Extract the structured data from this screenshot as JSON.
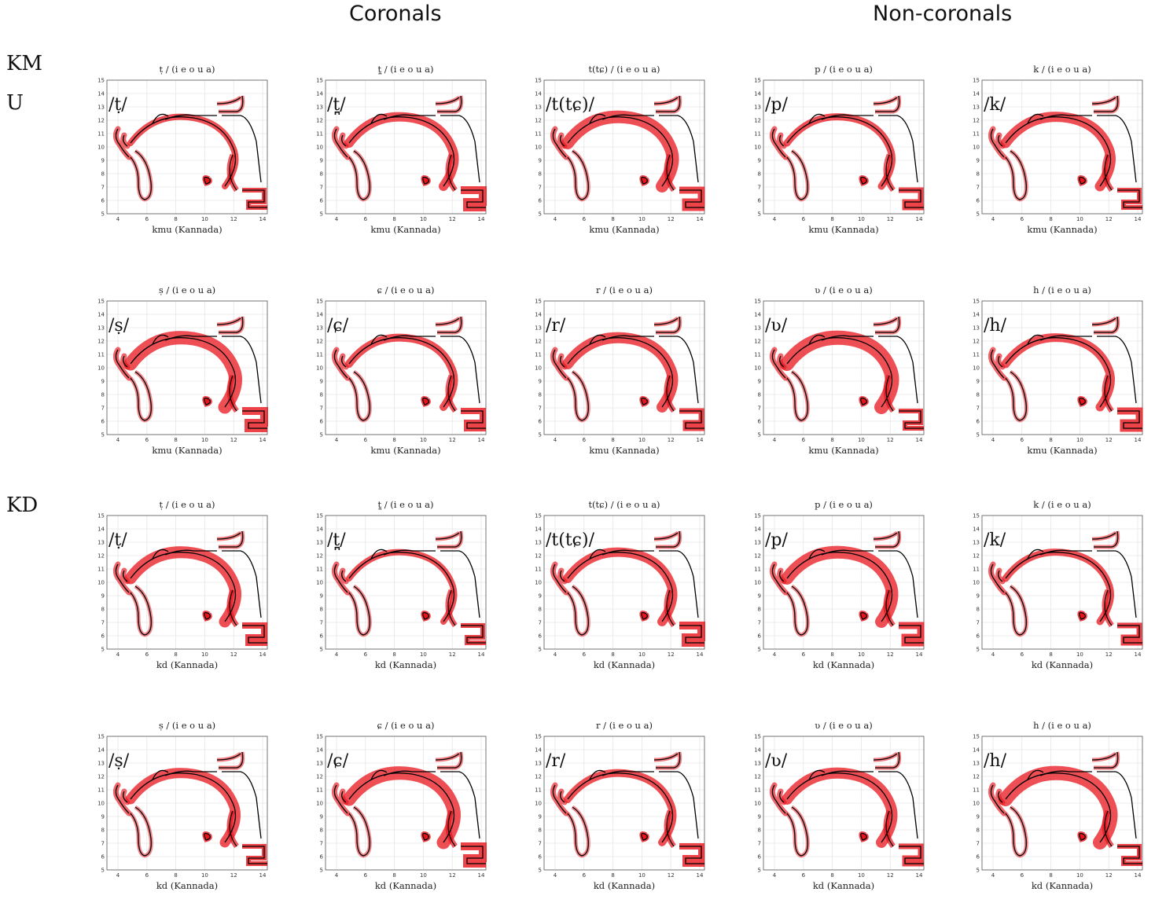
{
  "headers": {
    "coronals": "Coronals",
    "non_coronals": "Non-coronals"
  },
  "row_labels": {
    "kmu_1": "KM",
    "kmu_2": "U",
    "kd": "KD"
  },
  "axes": {
    "x_ticks": [
      "4",
      "6",
      "8",
      "10",
      "12",
      "14"
    ],
    "y_ticks": [
      "5",
      "6",
      "7",
      "8",
      "9",
      "10",
      "11",
      "12",
      "13",
      "14",
      "15"
    ]
  },
  "colors": {
    "shade": "#e8141c",
    "contour": "#000000",
    "grid": "#e6e6e6"
  },
  "panels": [
    {
      "title": "ṭ / (i e o u a)",
      "symbol": "/ṭ/",
      "xlabel": "kmu (Kannada)"
    },
    {
      "title": "t̪ / (i e o u a)",
      "symbol": "/t̪/",
      "xlabel": "kmu (Kannada)"
    },
    {
      "title": "t(tɕ) / (i e o u a)",
      "symbol": "/t(tɕ)/",
      "xlabel": "kmu (Kannada)"
    },
    {
      "title": "p / (i e o u a)",
      "symbol": "/p/",
      "xlabel": "kmu (Kannada)"
    },
    {
      "title": "k / (i e o u a)",
      "symbol": "/k/",
      "xlabel": "kmu (Kannada)"
    },
    {
      "title": "ṣ / (i e o u a)",
      "symbol": "/ṣ/",
      "xlabel": "kmu (Kannada)"
    },
    {
      "title": "ɕ / (i e o u a)",
      "symbol": "/ɕ/",
      "xlabel": "kmu (Kannada)"
    },
    {
      "title": "r / (i e o u a)",
      "symbol": "/r/",
      "xlabel": "kmu (Kannada)"
    },
    {
      "title": "ʋ / (i e o u a)",
      "symbol": "/ʋ/",
      "xlabel": "kmu (Kannada)"
    },
    {
      "title": "h / (i e o u a)",
      "symbol": "/h/",
      "xlabel": "kmu (Kannada)"
    },
    {
      "title": "ṭ / (i e o u a)",
      "symbol": "/ṭ/",
      "xlabel": "kd (Kannada)"
    },
    {
      "title": "t̪ / (i e o u a)",
      "symbol": "/t̪/",
      "xlabel": "kd (Kannada)"
    },
    {
      "title": "t(tɕ) / (i e o u a)",
      "symbol": "/t(tɕ)/",
      "xlabel": "kd (Kannada)"
    },
    {
      "title": "p / (i e o u a)",
      "symbol": "/p/",
      "xlabel": "kd (Kannada)"
    },
    {
      "title": "k / (i e o u a)",
      "symbol": "/k/",
      "xlabel": "kd (Kannada)"
    },
    {
      "title": "ṣ / (i e o u a)",
      "symbol": "/ṣ/",
      "xlabel": "kd (Kannada)"
    },
    {
      "title": "ɕ / (i e o u a)",
      "symbol": "/ɕ/",
      "xlabel": "kd (Kannada)"
    },
    {
      "title": "r / (i e o u a)",
      "symbol": "/r/",
      "xlabel": "kd (Kannada)"
    },
    {
      "title": "ʋ / (i e o u a)",
      "symbol": "/ʋ/",
      "xlabel": "kd (Kannada)"
    },
    {
      "title": "h / (i e o u a)",
      "symbol": "/h/",
      "xlabel": "kd (Kannada)"
    }
  ]
}
